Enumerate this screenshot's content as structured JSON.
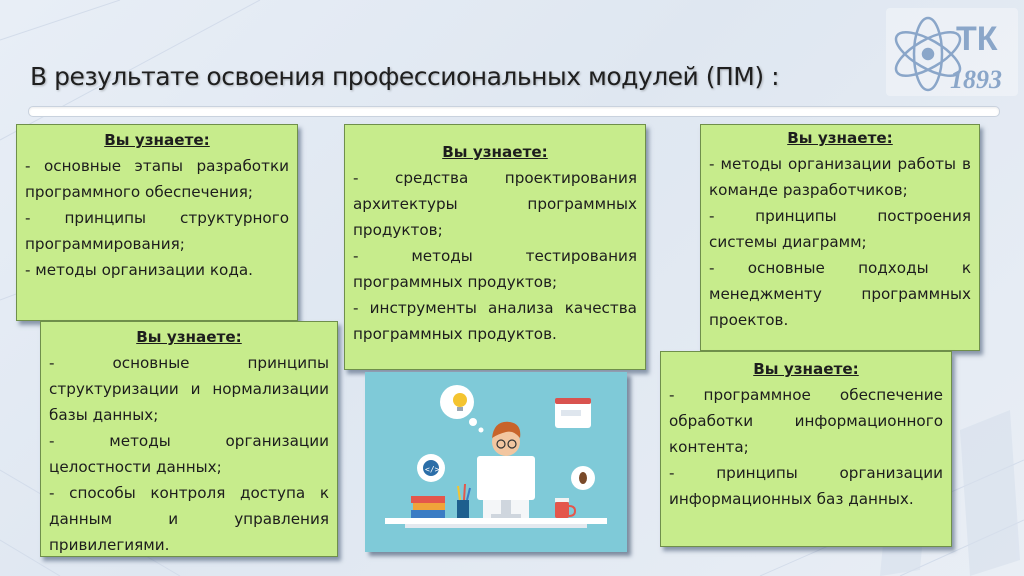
{
  "slide": {
    "title": "В результате освоения профессиональных модулей (ПМ) :",
    "logo": {
      "letters": "ТК",
      "year": "1893",
      "icon": "atom-icon"
    }
  },
  "cards": [
    {
      "heading": "Вы узнаете:",
      "items": [
        "- основные этапы разработки программного обеспечения;",
        "- принципы структурного программирования;",
        "- методы организации кода."
      ]
    },
    {
      "heading": "Вы узнаете:",
      "items": [
        "- основные принципы структуризации и нормализации базы данных;",
        "- методы организации целостности данных;",
        "- способы контроля доступа к данным и управления привилегиями."
      ]
    },
    {
      "heading": "Вы узнаете:",
      "items": [
        "- средства проектирования архитектуры программных продуктов;",
        "- методы тестирования программных продуктов;",
        "- инструменты анализа качества программных продуктов."
      ]
    },
    {
      "heading": "Вы узнаете:",
      "items": [
        "- методы организации работы в команде разработчиков;",
        "- принципы построения системы диаграмм;",
        "- основные подходы к менеджменту программных проектов."
      ]
    },
    {
      "heading": "Вы узнаете:",
      "items": [
        "- программное обеспечение обработки информационного контента;",
        "- принципы организации информационных баз данных."
      ]
    }
  ],
  "illustration": {
    "subject": "programmer-at-desk",
    "colors": {
      "background": "#7fcad8",
      "desk": "#ffffff"
    }
  },
  "colors": {
    "card": "#c7ec8c",
    "card_border": "#6f8f4b",
    "logo": "#8aa6c9"
  }
}
